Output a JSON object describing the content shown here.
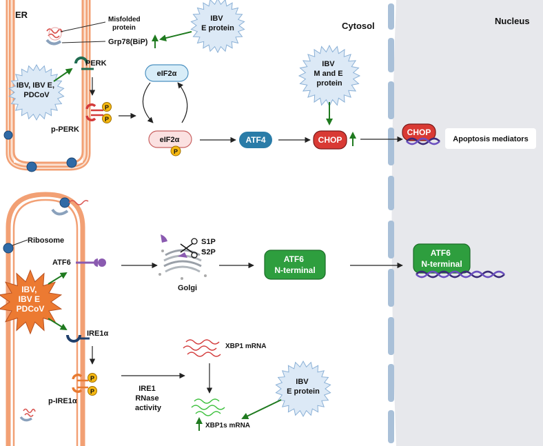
{
  "regions": {
    "er_label": "ER",
    "cytosol_label": "Cytosol",
    "nucleus_label": "Nucleus"
  },
  "perk_pathway": {
    "misfolded_protein": [
      "Misfolded",
      "protein"
    ],
    "grp78": "Grp78(BiP)",
    "ibv_e_protein_top": [
      "IBV",
      "E protein"
    ],
    "virus_trigger": [
      "IBV, IBV E,",
      "PDCoV"
    ],
    "perk": "PERK",
    "p_perk": "p-PERK",
    "phospho": "P",
    "eif2a": "eIF2α",
    "eif2a_p": "eIF2α",
    "atf4": "ATF4",
    "ibv_m_e": [
      "IBV",
      "M and E",
      "protein"
    ],
    "chop": "CHOP",
    "chop_nuclear": "CHOP",
    "apoptosis": "Apoptosis mediators"
  },
  "atf6_pathway": {
    "ribosome": "Ribosome",
    "atf6": "ATF6",
    "virus_trigger": [
      "IBV,",
      "IBV E",
      "PDCoV"
    ],
    "s1p": "S1P",
    "s2p": "S2P",
    "golgi": "Golgi",
    "atf6_n": [
      "ATF6",
      "N-terminal"
    ],
    "atf6_n_nuclear": [
      "ATF6",
      "N-terminal"
    ]
  },
  "ire1_pathway": {
    "ire1": "IRE1α",
    "p_ire1": "p-IRE1α",
    "rnase": [
      "IRE1",
      "RNase",
      "activity"
    ],
    "xbp1": "XBP1 mRNA",
    "xbp1s": "XBP1s mRNA",
    "ibv_e_protein_bottom": [
      "IBV",
      "E protein"
    ]
  },
  "colors": {
    "er_membrane": "#f2a074",
    "er_inner": "#fbe1d0",
    "nucleus_fill": "#e7e8ec",
    "nuclear_membrane": "#a9c0d8",
    "green_box": "#2e9e3e",
    "chop_red": "#d93a34",
    "atf4_blue": "#2a7ca8",
    "star_orange": "#ec7a32",
    "burst_fill": "#dce9f6",
    "burst_stroke": "#8ab0d6",
    "phospho_yellow": "#f5b812",
    "arrow_green": "#1f7a1f",
    "dna_purple": "#3b2a78"
  }
}
